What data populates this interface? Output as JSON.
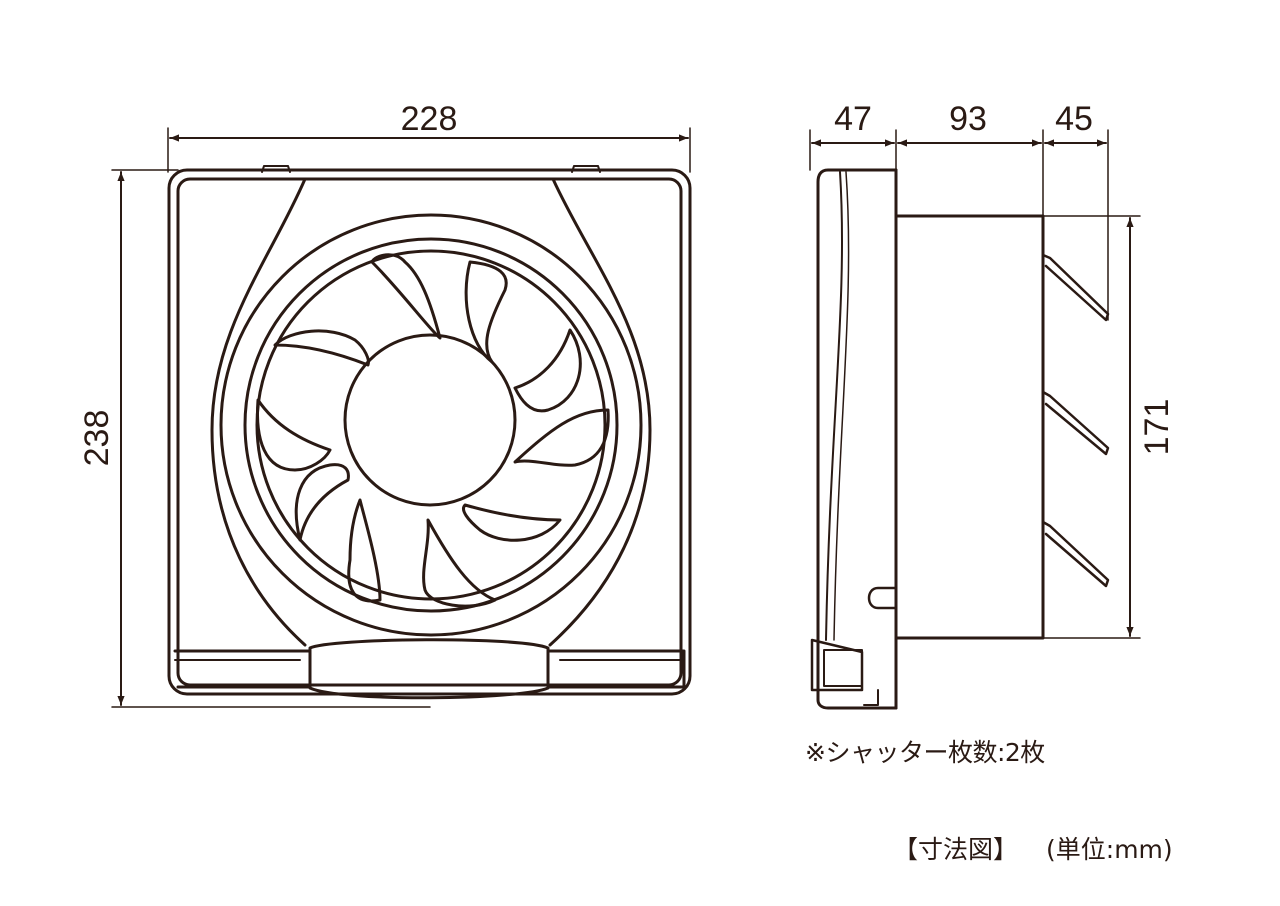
{
  "front_view": {
    "width_label": "228",
    "height_label": "238"
  },
  "side_view": {
    "depth_front_label": "47",
    "depth_body_label": "93",
    "depth_shutter_label": "45",
    "shutter_height_label": "171"
  },
  "note": "※シャッター枚数:2枚",
  "caption": {
    "title": "【寸法図】",
    "unit": "(単位:mm)"
  },
  "colors": {
    "line": "#2a1a14",
    "background": "#ffffff"
  }
}
